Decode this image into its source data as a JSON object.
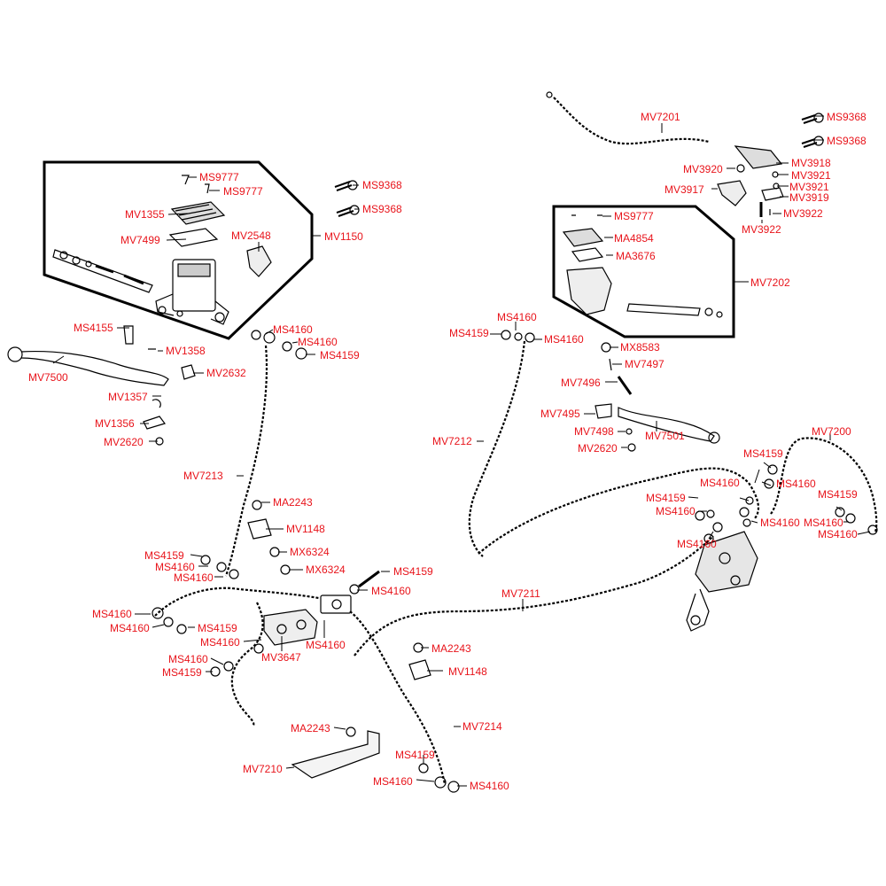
{
  "colors": {
    "label": "#e8141b",
    "line": "#000000",
    "background": "#ffffff"
  },
  "labels": {
    "ms9777_a": "MS9777",
    "ms9777_b": "MS9777",
    "mv1355": "MV1355",
    "mv7499": "MV7499",
    "mv2548": "MV2548",
    "mv1150": "MV1150",
    "ms9368_a": "MS9368",
    "ms9368_b": "MS9368",
    "ms4155": "MS4155",
    "mv1358": "MV1358",
    "mv7500": "MV7500",
    "mv2632": "MV2632",
    "mv1357": "MV1357",
    "mv1356": "MV1356",
    "mv2620_a": "MV2620",
    "ms4160_tl1": "MS4160",
    "ms4160_tl2": "MS4160",
    "ms4159_tl": "MS4159",
    "mv7213": "MV7213",
    "ma2243_a": "MA2243",
    "mv1148_a": "MV1148",
    "mx6324_a": "MX6324",
    "mx6324_b": "MX6324",
    "ms4159_c": "MS4159",
    "ms4160_c": "MS4160",
    "ms4159_l": "MS4159",
    "ms4160_l1": "MS4160",
    "ms4160_l2": "MS4160",
    "ms4160_v1": "MS4160",
    "ms4160_v2": "MS4160",
    "ms4159_v": "MS4159",
    "ms4160_v3": "MS4160",
    "mv3647": "MV3647",
    "ms4160_v4": "MS4160",
    "ms4160_v5": "MS4160",
    "ms4159_v2": "MS4159",
    "mv7211": "MV7211",
    "ma2243_b": "MA2243",
    "mv1148_b": "MV1148",
    "ma2243_c": "MA2243",
    "mv7214": "MV7214",
    "mv7210": "MV7210",
    "ms4159_b": "MS4159",
    "ms4160_b1": "MS4160",
    "ms4160_b2": "MS4160",
    "mv7201": "MV7201",
    "ms9368_c": "MS9368",
    "ms9368_d": "MS9368",
    "mv3920": "MV3920",
    "mv3918": "MV3918",
    "mv3921_a": "MV3921",
    "mv3917": "MV3917",
    "mv3921_b": "MV3921",
    "mv3919": "MV3919",
    "mv3922_a": "MV3922",
    "mv3922_b": "MV3922",
    "ms9777_c": "MS9777",
    "ma4854": "MA4854",
    "ma3676": "MA3676",
    "mv7202": "MV7202",
    "ms4160_r1": "MS4160",
    "ms4159_r": "MS4159",
    "ms4160_r2": "MS4160",
    "mx8583": "MX8583",
    "mv7497": "MV7497",
    "mv7496": "MV7496",
    "mv7495": "MV7495",
    "mv7498": "MV7498",
    "mv7501": "MV7501",
    "mv2620_b": "MV2620",
    "mv7212": "MV7212",
    "mv7200": "MV7200",
    "ms4159_r2": "MS4159",
    "ms4160_r3": "MS4160",
    "ms4159_r3": "MS4159",
    "ms4160_r4": "MS4160",
    "ms4160_r5": "MS4160",
    "ms4160_r6": "MS4160",
    "ms4159_r4": "MS4159",
    "ms4160_r7": "MS4160",
    "ms4160_r8": "MS4160"
  }
}
